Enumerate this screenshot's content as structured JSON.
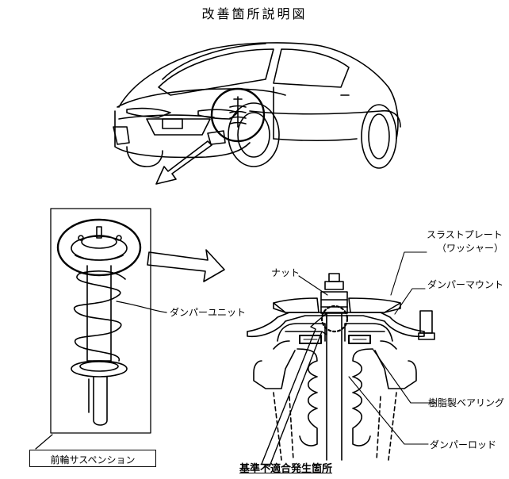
{
  "title": "改善箇所説明図",
  "labels": {
    "damper_unit": "ダンパーユニット",
    "thrust_plate": "スラストプレート",
    "washer": "（ワッシャー）",
    "nut": "ナット",
    "damper_mount": "ダンパーマウント",
    "resin_bearing": "樹脂製ベアリング",
    "damper_rod": "ダンパーロッド",
    "front_suspension": "前輪サスペンション",
    "defect_location": "基準不適合発生箇所"
  }
}
